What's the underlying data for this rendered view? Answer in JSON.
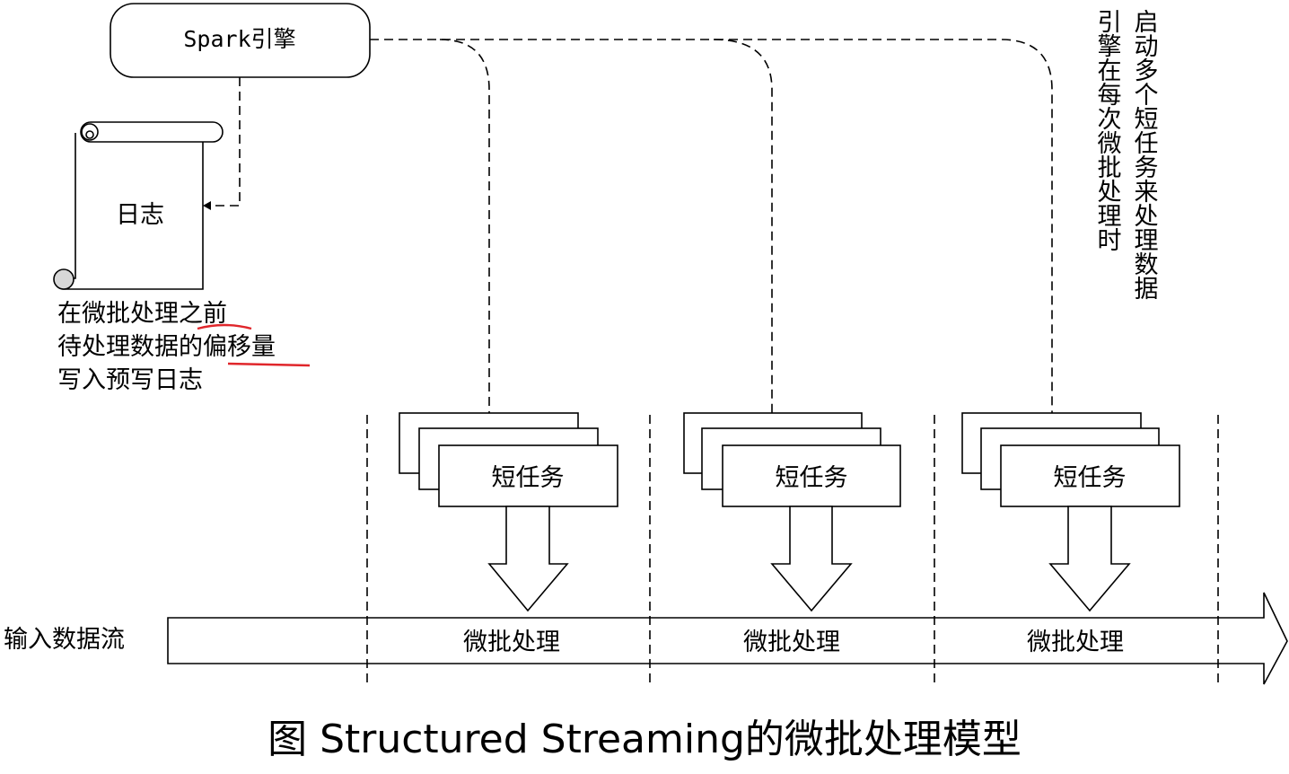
{
  "engine": {
    "label": "Spark引擎"
  },
  "log": {
    "label": "日志"
  },
  "note": {
    "line1_a": "在微批处理",
    "line1_b": "之前",
    "line2_a": "待处理数据的",
    "line2_b": "偏移量",
    "line3": "写入预写日志"
  },
  "side_note": {
    "line1": "引擎在每次微批处理时",
    "line2": "启动多个短任务来处理数据"
  },
  "tasks": [
    {
      "label": "短任务"
    },
    {
      "label": "短任务"
    },
    {
      "label": "短任务"
    }
  ],
  "stream": {
    "label": "输入数据流",
    "batches": [
      {
        "label": "微批处理"
      },
      {
        "label": "微批处理"
      },
      {
        "label": "微批处理"
      }
    ]
  },
  "caption": "图 Structured Streaming的微批处理模型",
  "colors": {
    "underline": "#e0262b",
    "line": "#000000",
    "background": "#ffffff"
  }
}
